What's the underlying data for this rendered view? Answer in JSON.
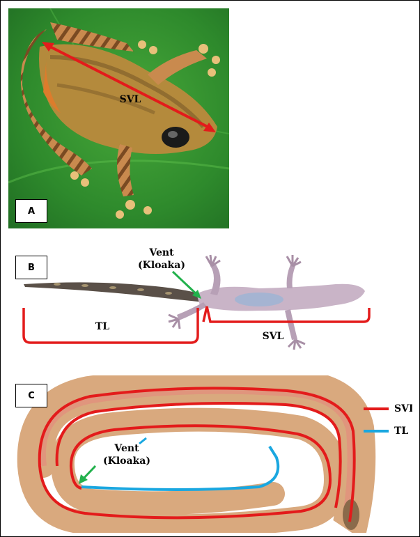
{
  "colors": {
    "svl": "#e31b1b",
    "tl": "#1aa7e0",
    "vent_arrow": "#22b14c",
    "leaf": "#2f8f2f"
  },
  "panel_a": {
    "tag": "A",
    "svl_label": "SVL"
  },
  "panel_b": {
    "tag": "B",
    "vent_line1": "Vent",
    "vent_line2": "(Kloaka)",
    "tl_label": "TL",
    "svl_label": "SVL"
  },
  "panel_c": {
    "tag": "C",
    "vent_line1": "Vent",
    "vent_line2": "(Kloaka)",
    "legend": [
      {
        "label": "SVL",
        "color": "#e31b1b"
      },
      {
        "label": "TL",
        "color": "#1aa7e0"
      }
    ]
  }
}
